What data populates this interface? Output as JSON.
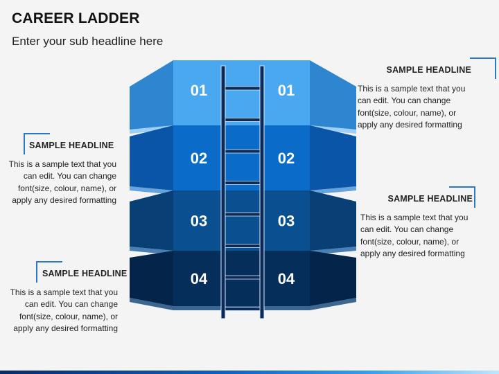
{
  "title": "CAREER LADDER",
  "subtitle": "Enter your sub headline here",
  "steps": [
    {
      "label": "01",
      "front": "#4aa8f0",
      "side": "#2f86d0",
      "top": "#1f6fc0",
      "under": "#8fc8f6"
    },
    {
      "label": "02",
      "front": "#0a6cc8",
      "side": "#0a55a8",
      "top": "#083f80",
      "under": "#4d94d8"
    },
    {
      "label": "03",
      "front": "#0a4f8f",
      "side": "#083f75",
      "top": "#062f5a",
      "under": "#2a6aa8"
    },
    {
      "label": "04",
      "front": "#062e5a",
      "side": "#05244a",
      "top": "#041a36",
      "under": "#1b4c80"
    }
  ],
  "callouts": [
    {
      "headline": "SAMPLE HEADLINE",
      "text": "This is a sample text that you can edit. You can change font(size, colour, name), or apply any desired formatting"
    },
    {
      "headline": "SAMPLE HEADLINE",
      "text": "This is a sample text that you can edit. You can change font(size, colour, name), or apply any desired formatting"
    },
    {
      "headline": "SAMPLE HEADLINE",
      "text": "This is a sample text that you can edit. You can change font(size, colour, name), or apply any desired formatting"
    },
    {
      "headline": "SAMPLE HEADLINE",
      "text": "This is a sample text that you can edit. You can change font(size, colour, name), or apply any desired formatting"
    }
  ],
  "colors": {
    "accent": "#2a78c4",
    "ladder": "#0c2a55",
    "ladder_highlight": "#d8ecff"
  }
}
